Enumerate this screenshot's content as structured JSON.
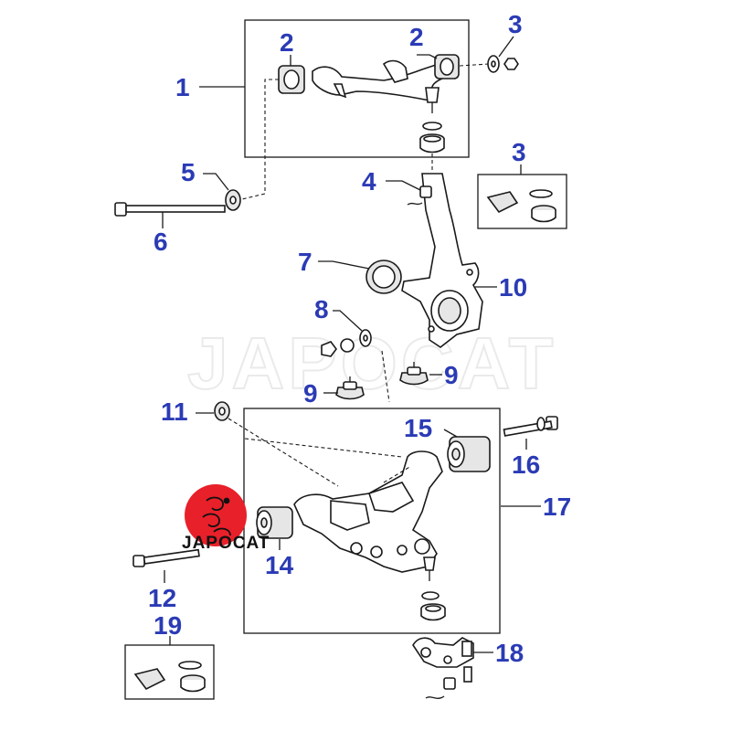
{
  "watermark": "JAPOCAT",
  "logo": {
    "text": "JAPOCAT",
    "color": "#e8202a"
  },
  "colors": {
    "callout": "#2b3bb5",
    "line": "#1a1a1a"
  },
  "callouts": [
    "1",
    "2",
    "2",
    "3",
    "3",
    "4",
    "5",
    "6",
    "7",
    "8",
    "9",
    "9",
    "10",
    "11",
    "12",
    "14",
    "15",
    "16",
    "17",
    "18",
    "19"
  ]
}
